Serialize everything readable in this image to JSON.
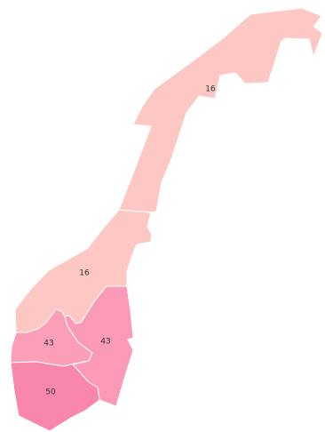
{
  "map": {
    "colors": {
      "north": "#fdc8c3",
      "central": "#fdc8c3",
      "west": "#fb9fb9",
      "east": "#fb9ab6",
      "south": "#f987ac"
    },
    "regions": [
      {
        "id": "north",
        "value": "16"
      },
      {
        "id": "central",
        "value": "16"
      },
      {
        "id": "west",
        "value": "43"
      },
      {
        "id": "east",
        "value": "43"
      },
      {
        "id": "south",
        "value": "50"
      }
    ]
  }
}
